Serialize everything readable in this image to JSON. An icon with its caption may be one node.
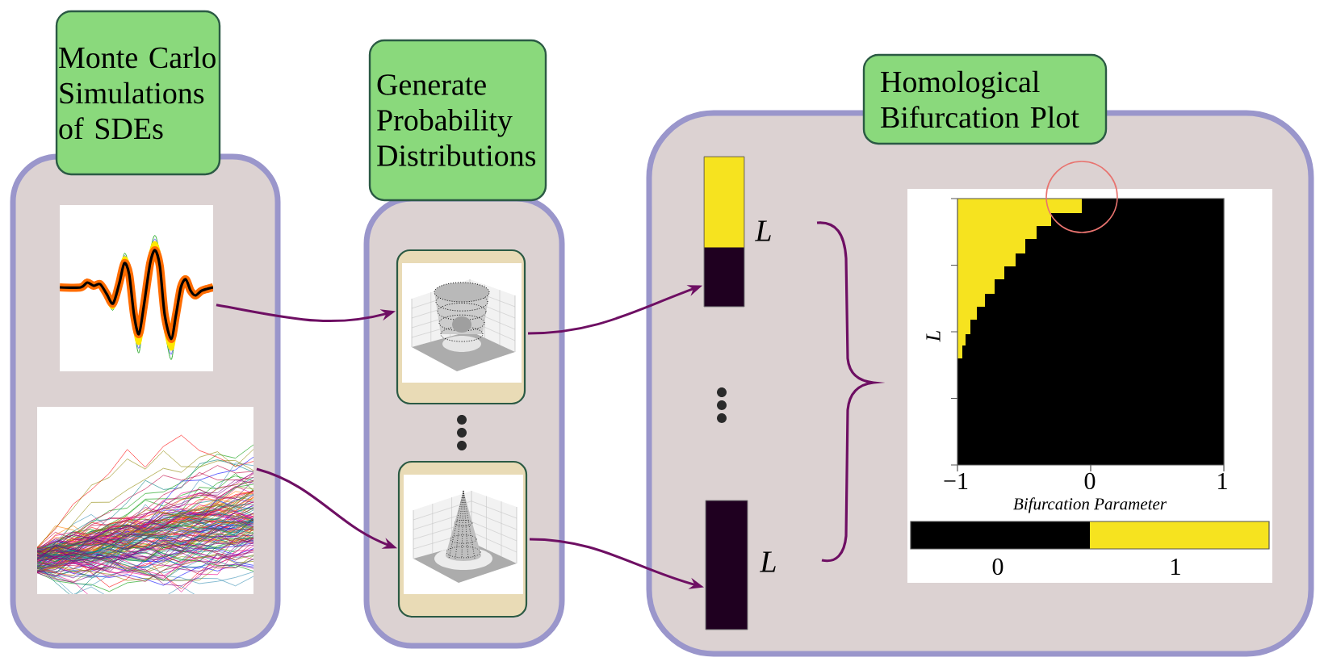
{
  "diagram": {
    "nodes": [
      {
        "text": [],
        "shape": "box"
      },
      {
        "text": [
          "Monte Carlo Simulations of SDEs"
        ]
      },
      {
        "text": [],
        "shape": "picture",
        "in": 0
      },
      {
        "text": [],
        "shape": "picture",
        "in": 0
      },
      {
        "text": [],
        "shape": "box"
      },
      {
        "text": [
          "Generate Probability Distributions"
        ]
      },
      {
        "text": [],
        "shape": "picture",
        "in": 4
      },
      {
        "text": [],
        "shape": "picture",
        "in": 4
      },
      {
        "text": [],
        "shape": "box"
      },
      {
        "text": [
          "Homological Bifurcation Plot"
        ]
      },
      {
        "text": [],
        "shape": "bar",
        "in": 8,
        "beside": [
          "L"
        ]
      },
      {
        "text": [],
        "shape": "bar",
        "in": 8,
        "beside": [
          "L"
        ]
      },
      {
        "text": [
          "L",
          "−1",
          "0",
          "1",
          "Bifurcation Parameter",
          "0",
          "1"
        ],
        "in": 8
      }
    ],
    "edges": [
      {
        "from": 2,
        "to": 6,
        "arrow": "to"
      },
      {
        "from": 3,
        "to": 7,
        "arrow": "to"
      },
      {
        "from": 6,
        "to": 10,
        "arrow": "to"
      },
      {
        "from": 7,
        "to": 11,
        "arrow": "to"
      }
    ]
  }
}
